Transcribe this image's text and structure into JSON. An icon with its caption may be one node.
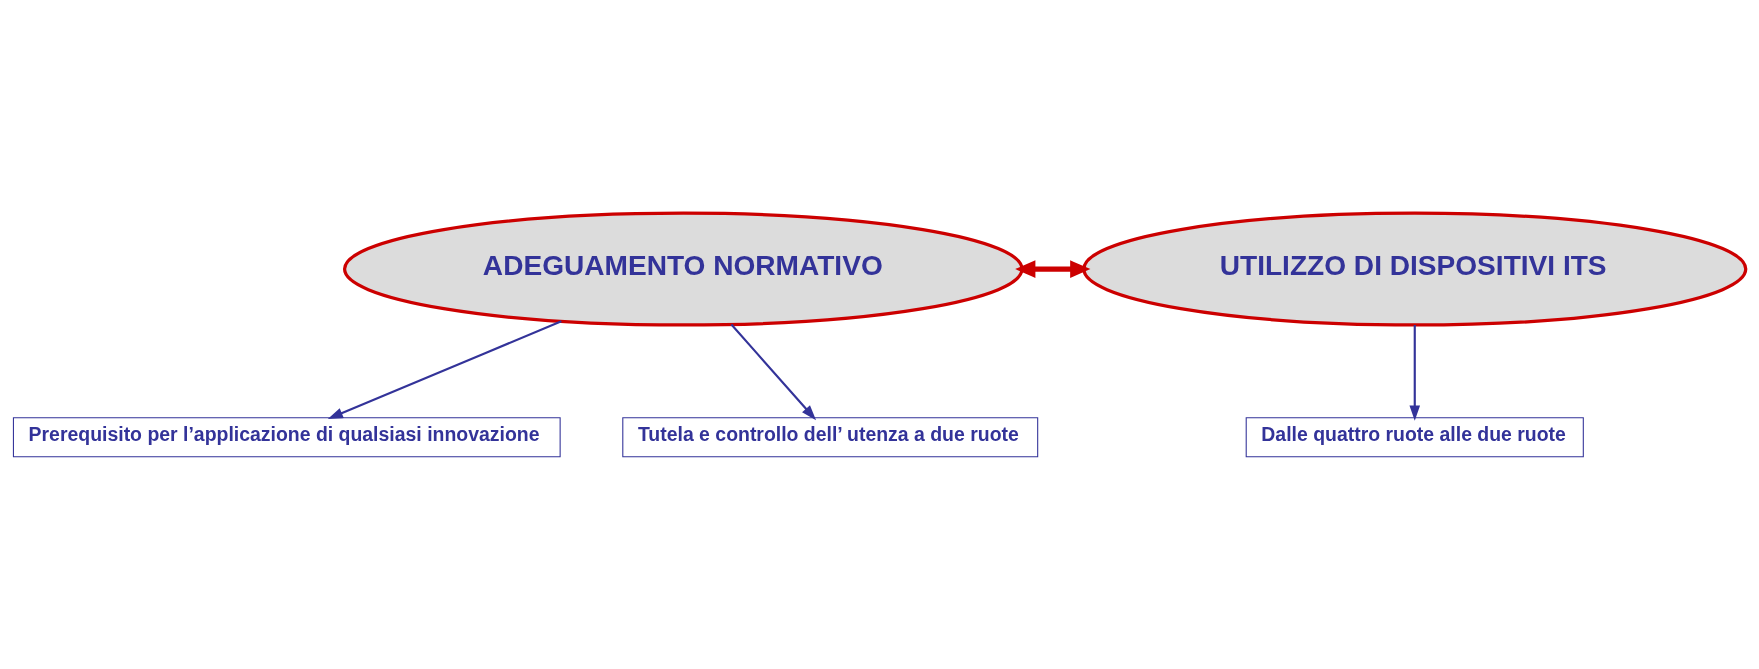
{
  "diagram": {
    "nodes": [
      {
        "text": [
          "ADEGUAMENTO NORMATIVO"
        ]
      },
      {
        "text": [
          "UTILIZZO DI DISPOSITIVI ITS"
        ]
      },
      {
        "text": [
          "Prerequisito per l’applicazione di qualsiasi innovazione"
        ]
      },
      {
        "text": [
          "Tutela e controllo dell’ utenza a due ruote"
        ]
      },
      {
        "text": [
          "Dalle quattro ruote alle due ruote"
        ]
      }
    ],
    "edges": [
      {
        "from": 0,
        "to": 1,
        "arrow": "both",
        "style": "thick",
        "color": "#cc0000"
      },
      {
        "from": 0,
        "to": 2,
        "arrow": "to"
      },
      {
        "from": 0,
        "to": 3,
        "arrow": "to"
      },
      {
        "from": 1,
        "to": 4,
        "arrow": "to"
      }
    ]
  }
}
